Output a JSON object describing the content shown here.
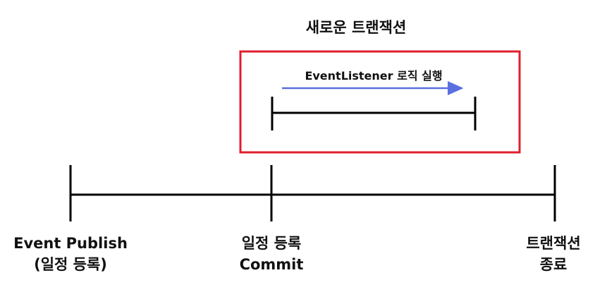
{
  "title": "새로운 트랜잭션",
  "arrow_label": "EventListener 로직 실행",
  "timeline": {
    "start": {
      "line1": "Event Publish",
      "line2": "(일정 등록)"
    },
    "commit": {
      "line1": "일정 등록",
      "line2": "Commit"
    },
    "end": {
      "line1": "트랜잭션",
      "line2": "종료"
    }
  },
  "colors": {
    "box_border": "#e01e2b",
    "arrow": "#5a6fe0",
    "line": "#000000"
  }
}
